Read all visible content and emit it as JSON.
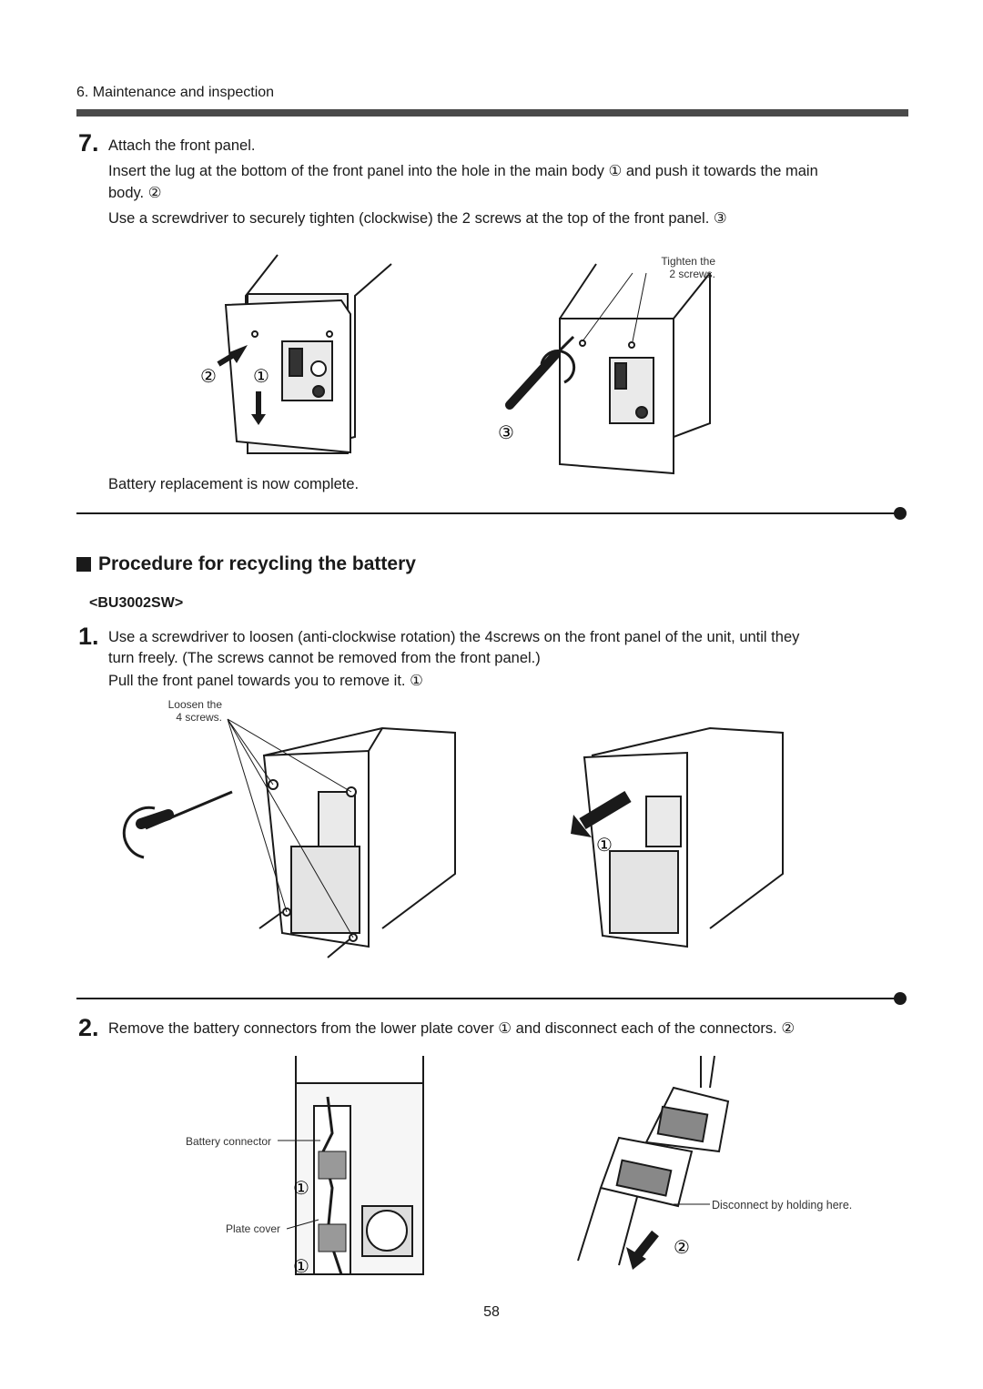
{
  "header": {
    "section_label": "6. Maintenance and inspection"
  },
  "step7": {
    "number": "7.",
    "title": "Attach the front panel.",
    "line1": "Insert the lug at the bottom of the front panel into the hole in the main body ① and push it towards the main",
    "line2": "body. ②",
    "line3": "Use a screwdriver to securely tighten (clockwise) the 2 screws at the top of the front panel. ③",
    "callout_tighten": [
      "Tighten the",
      "2 screws."
    ],
    "marker_1": "①",
    "marker_2": "②",
    "marker_3": "③",
    "complete": "Battery replacement is now complete."
  },
  "recycling": {
    "heading": "Procedure for recycling the battery",
    "model": "<BU3002SW>",
    "step1": {
      "number": "1.",
      "line1": "Use a screwdriver to loosen (anti-clockwise rotation) the 4screws on the front panel of the unit, until they",
      "line2": "turn freely. (The screws cannot be removed from the front panel.)",
      "line3": "Pull the front panel towards you to remove it. ①",
      "callout_loosen": [
        "Loosen the",
        "4 screws."
      ],
      "marker_1": "①"
    },
    "step2": {
      "number": "2.",
      "text": "Remove the battery connectors from the lower plate cover ① and disconnect each of the connectors. ②",
      "label_connector": "Battery connector",
      "label_cover": "Plate cover",
      "label_disconnect": "Disconnect by holding here.",
      "marker_1": "①",
      "marker_2": "②"
    }
  },
  "page_number": "58"
}
